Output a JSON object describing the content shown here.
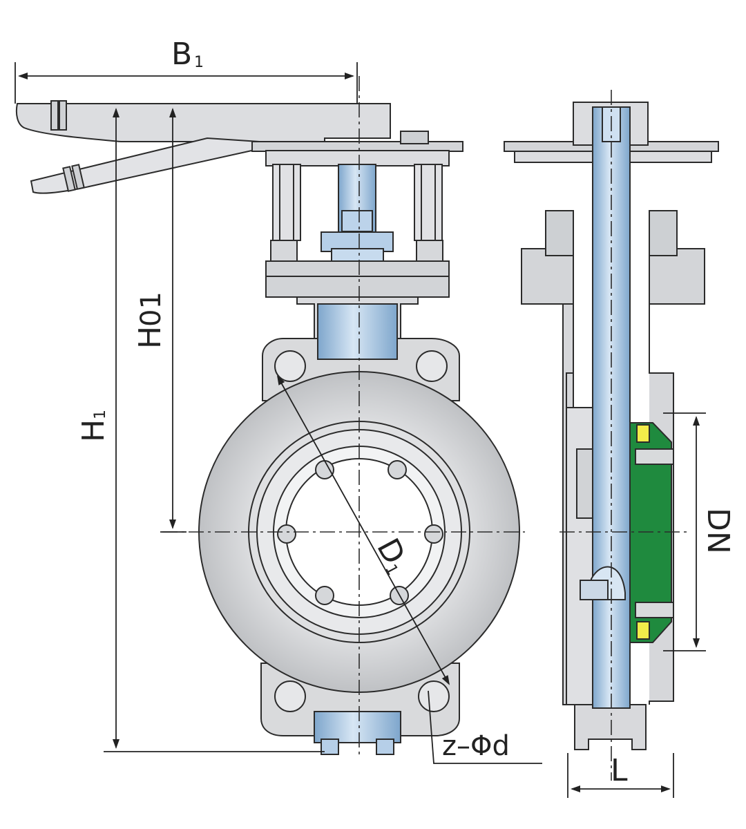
{
  "labels": {
    "b1_main": "B",
    "b1_sub": "1",
    "h01_main": "H",
    "h01_sub": "01",
    "h1_main": "H",
    "h1_sub": "1",
    "d1_main": "D",
    "d1_sub": "1",
    "dn": "DN",
    "l": "L",
    "zphid": "z–Φd"
  },
  "colors": {
    "line": "#2b2b2b",
    "body_gray": "#d9dadc",
    "body_dark": "#c6c8cb",
    "steel_blue": "#a9c6e2",
    "steel_blue_dark": "#7ea6cc",
    "seal_green": "#1f8a3e",
    "seal_yellow": "#f2ec4a",
    "background": "#ffffff"
  },
  "icons": {
    "front_view": "butterfly-valve-front-view",
    "side_view": "butterfly-valve-section-view",
    "lever": "hand-lever-icon"
  }
}
